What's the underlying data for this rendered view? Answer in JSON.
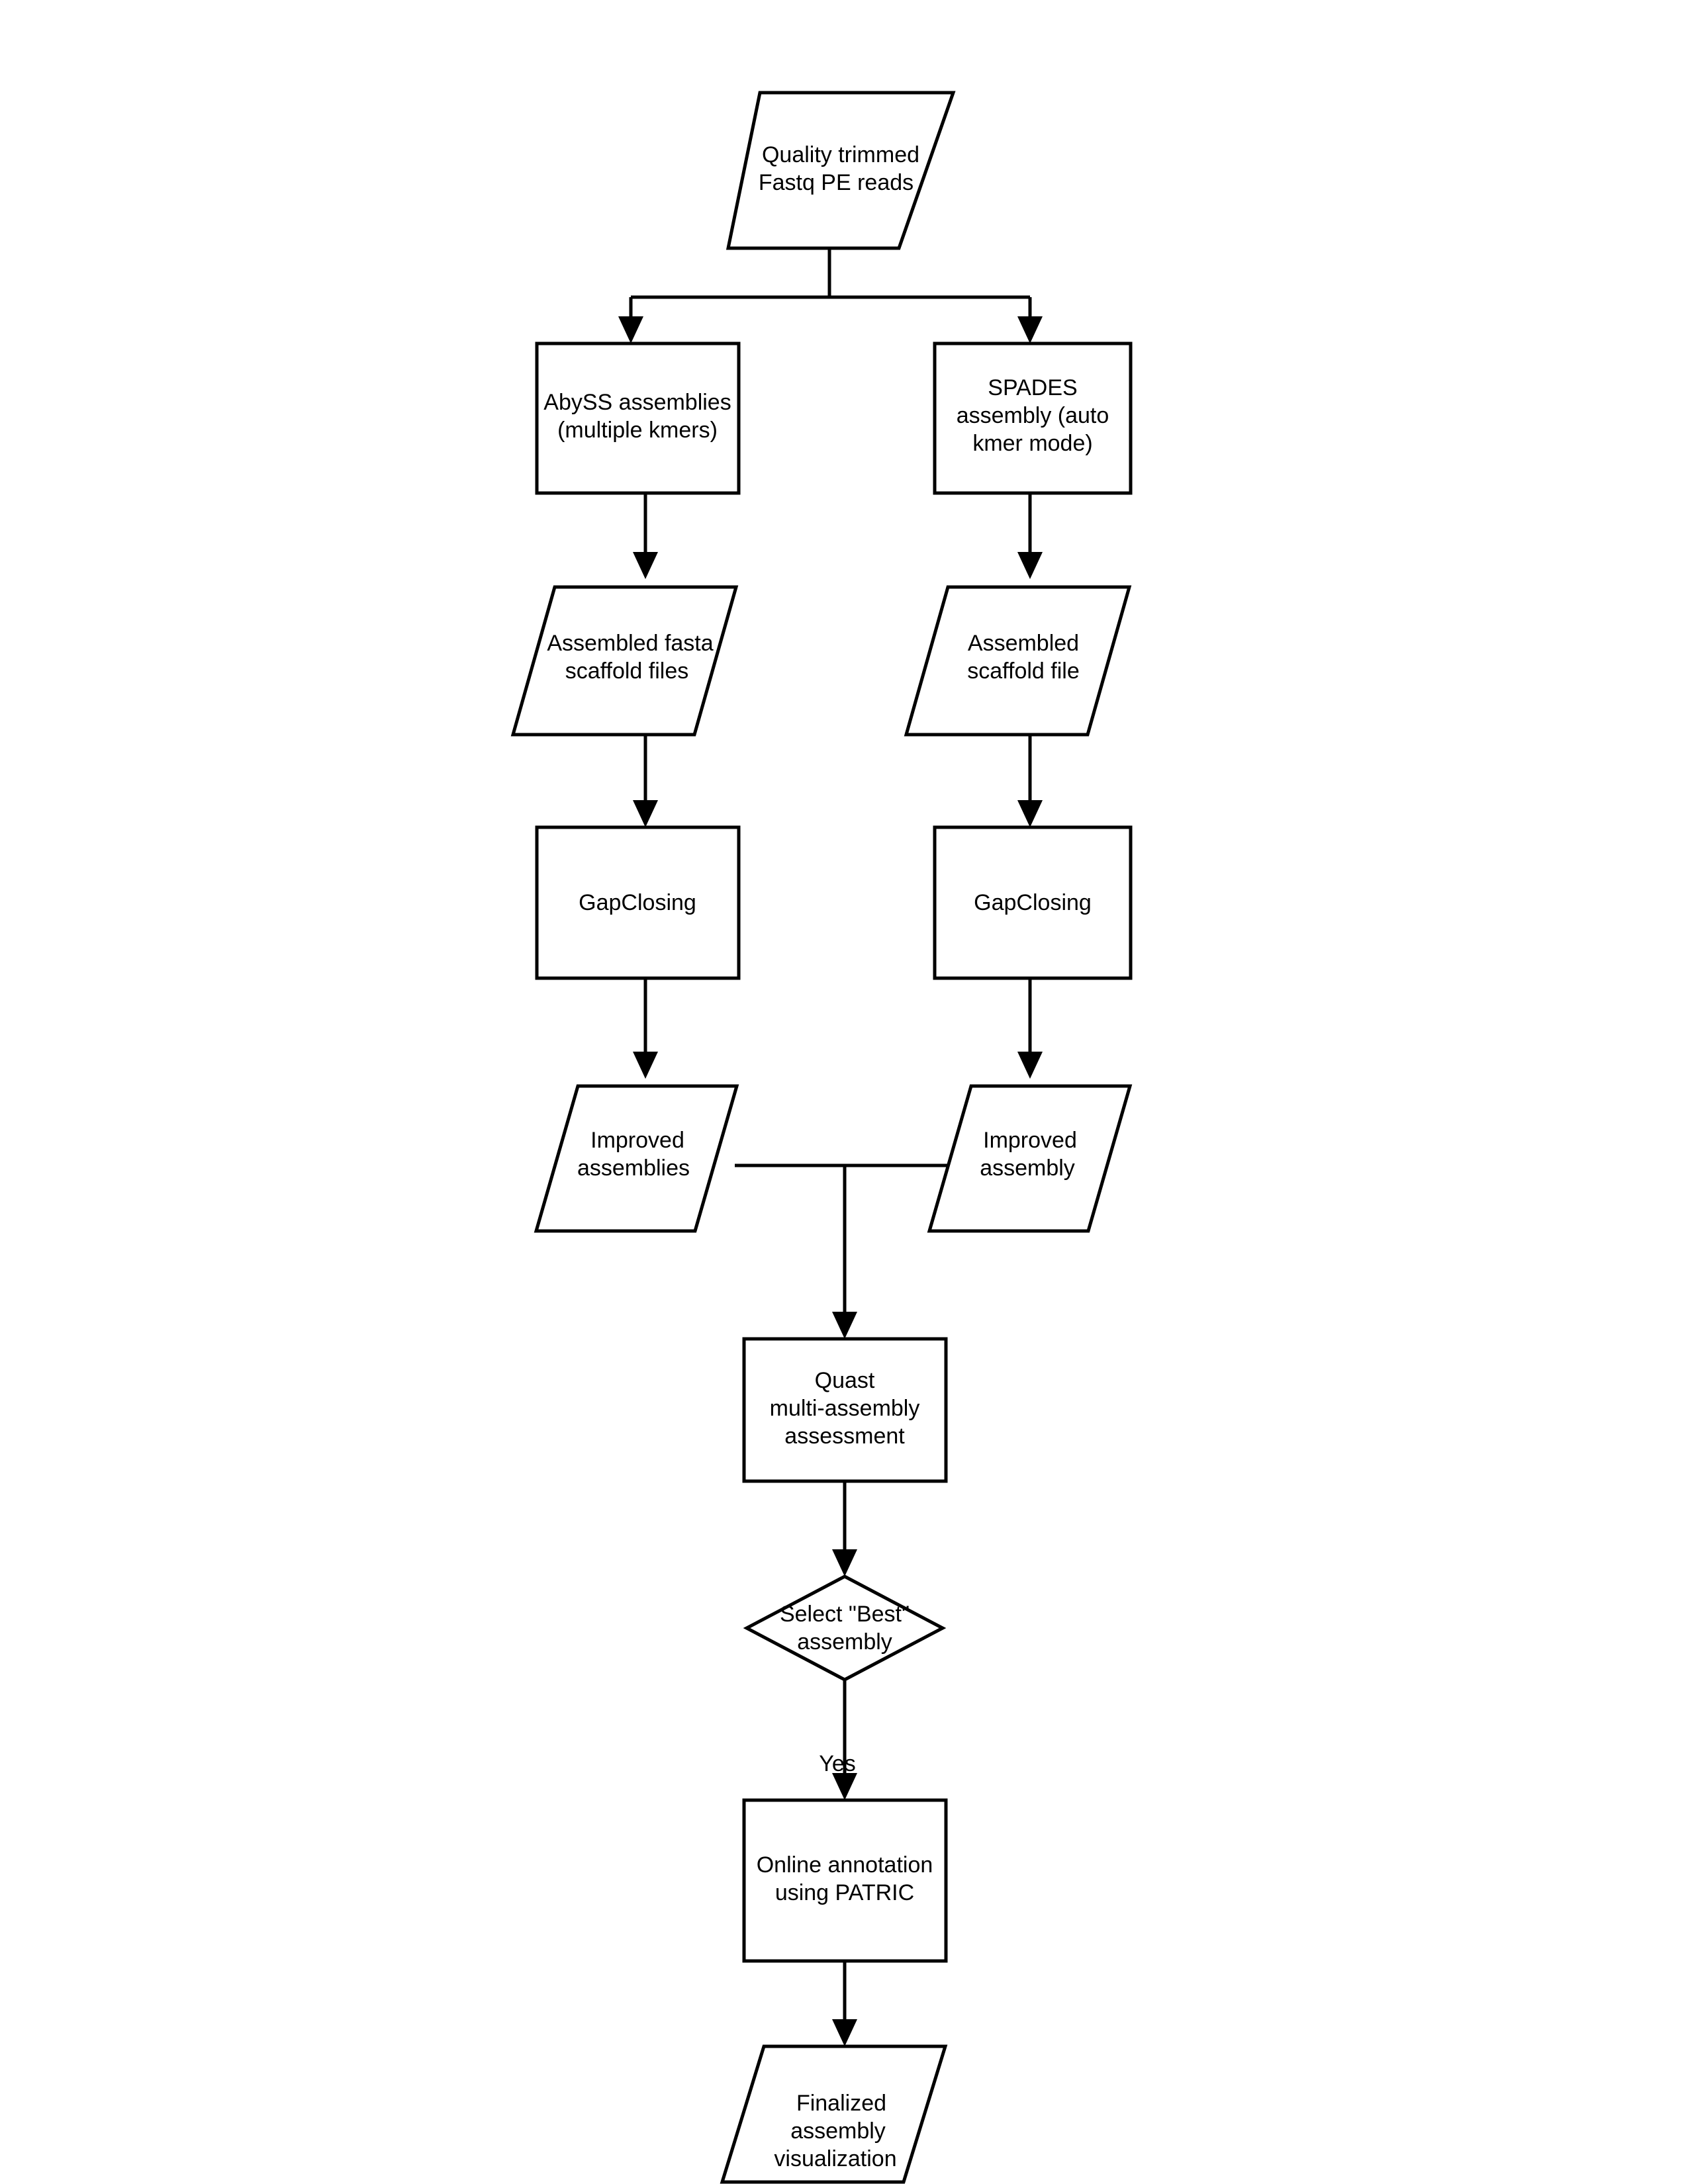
{
  "diagram": {
    "title": "Genome assembly pipeline flowchart",
    "background_color": "#ffffff",
    "stroke_color": "#000000",
    "fill_color": "#ffffff",
    "nodes": [
      {
        "id": "quality-trimmed-reads",
        "shape": "parallelogram",
        "lines": [
          "Quality trimmed",
          "Fastq PE reads"
        ]
      },
      {
        "id": "abyss-assemblies",
        "shape": "rectangle",
        "lines": [
          "AbySS assemblies",
          "(multiple kmers)"
        ]
      },
      {
        "id": "spades-assembly",
        "shape": "rectangle",
        "lines": [
          "SPADES",
          "assembly (auto",
          "kmer mode)"
        ]
      },
      {
        "id": "assembled-fasta-scaffold-files",
        "shape": "parallelogram",
        "lines": [
          "Assembled fasta",
          "scaffold files"
        ]
      },
      {
        "id": "assembled-scaffold-file",
        "shape": "parallelogram",
        "lines": [
          "Assembled",
          "scaffold file"
        ]
      },
      {
        "id": "gapclosing-left",
        "shape": "rectangle",
        "lines": [
          "GapClosing"
        ]
      },
      {
        "id": "gapclosing-right",
        "shape": "rectangle",
        "lines": [
          "GapClosing"
        ]
      },
      {
        "id": "improved-assemblies",
        "shape": "parallelogram",
        "lines": [
          "Improved",
          "assemblies"
        ]
      },
      {
        "id": "improved-assembly",
        "shape": "parallelogram",
        "lines": [
          "Improved",
          "assembly"
        ]
      },
      {
        "id": "quast-assessment",
        "shape": "rectangle",
        "lines": [
          "Quast",
          "multi-assembly",
          "assessment"
        ]
      },
      {
        "id": "select-best-assembly",
        "shape": "diamond",
        "lines": [
          "Select \"Best\"",
          "assembly"
        ]
      },
      {
        "id": "online-annotation-patric",
        "shape": "rectangle",
        "lines": [
          "Online annotation",
          "using PATRIC"
        ]
      },
      {
        "id": "finalized-assembly-visualization",
        "shape": "parallelogram",
        "lines": [
          "Finalized",
          "assembly",
          "visualization"
        ]
      }
    ],
    "edge_labels": {
      "decision_yes": "Yes"
    }
  }
}
